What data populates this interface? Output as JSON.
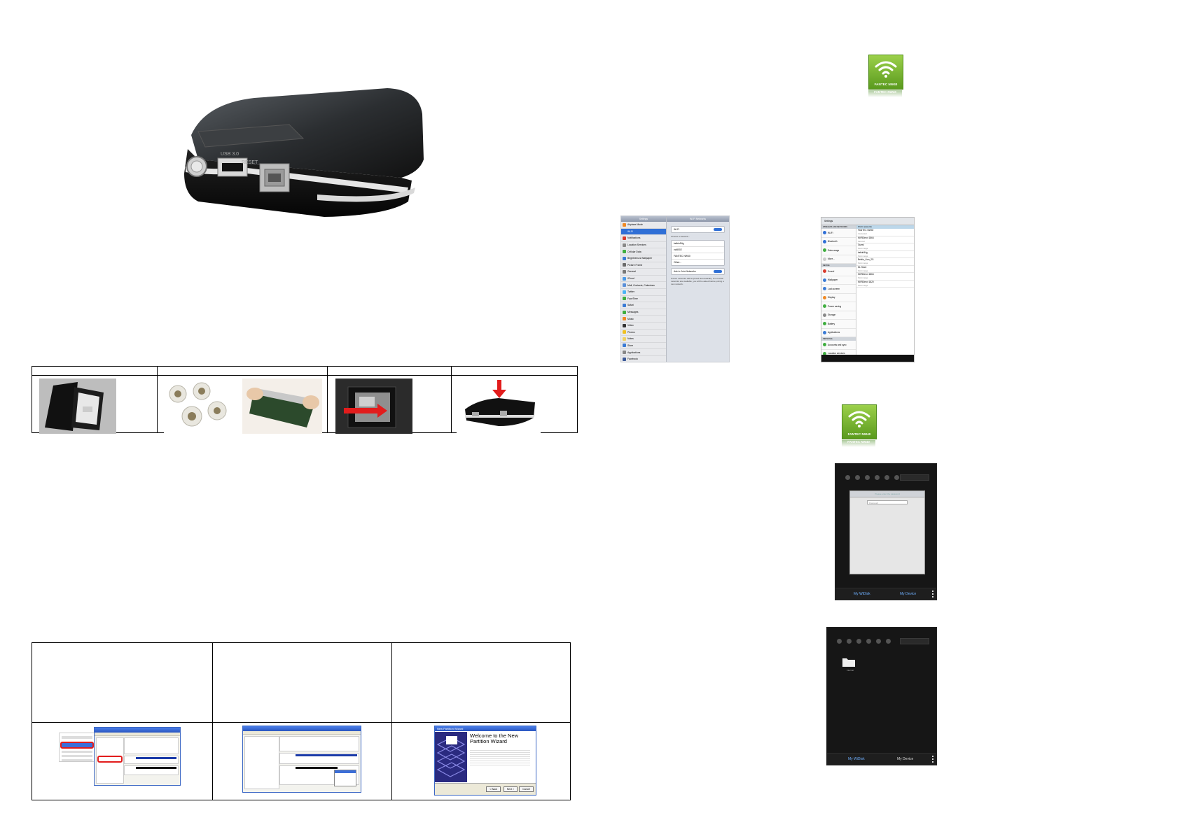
{
  "device": {
    "port_usb_label": "USB 3.0",
    "port_reset_label": "RESET"
  },
  "app": {
    "icon_label": "FANTEC NW40"
  },
  "ipad_settings": {
    "header_left": "Settings",
    "header_right": "Wi-Fi Networks",
    "menu": [
      {
        "label": "Airplane Mode",
        "color": "#f08a24"
      },
      {
        "label": "Wi-Fi",
        "color": "#2f6fd6"
      },
      {
        "label": "Notifications",
        "color": "#d93a2b"
      },
      {
        "label": "Location Services",
        "color": "#888888"
      },
      {
        "label": "Cellular Data",
        "color": "#3fae3f"
      },
      {
        "label": "Brightness & Wallpaper",
        "color": "#3a7bd5"
      },
      {
        "label": "Picture Frame",
        "color": "#6a6a6a"
      },
      {
        "label": "General",
        "color": "#777777"
      },
      {
        "label": "iCloud",
        "color": "#4a9ae8"
      },
      {
        "label": "Mail, Contacts, Calendars",
        "color": "#5a8fd8"
      },
      {
        "label": "Twitter",
        "color": "#4ab3f4"
      },
      {
        "label": "FaceTime",
        "color": "#3fae3f"
      },
      {
        "label": "Safari",
        "color": "#3a7bd5"
      },
      {
        "label": "Messages",
        "color": "#3fae3f"
      },
      {
        "label": "Music",
        "color": "#f08a24"
      },
      {
        "label": "Video",
        "color": "#333333"
      },
      {
        "label": "Photos",
        "color": "#f0c020"
      },
      {
        "label": "Notes",
        "color": "#f0d060"
      },
      {
        "label": "Store",
        "color": "#3a7bd5"
      },
      {
        "label": "Applications",
        "color": "#888888"
      },
      {
        "label": "Facebook",
        "color": "#3b5998"
      }
    ],
    "wifi_label": "Wi-Fi",
    "choose_network_label": "Choose a Network...",
    "networks": [
      "belkin54g",
      "cw5002",
      "FANTEC NW40",
      "Other..."
    ],
    "ask_to_join_label": "Ask to Join Networks",
    "ask_caption": "Known networks will be joined automatically. If no known networks are available, you will be asked before joining a new network."
  },
  "android_settings": {
    "title": "Settings",
    "menu_sections": [
      "WIRELESS AND NETWORKS",
      "DEVICE",
      "PERSONAL"
    ],
    "menu": [
      {
        "label": "Wi-Fi",
        "color": "#2f6fd6"
      },
      {
        "label": "Bluetooth",
        "color": "#2f6fd6"
      },
      {
        "label": "Data usage",
        "color": "#3fae3f"
      },
      {
        "label": "More...",
        "color": "#cccccc"
      },
      {
        "label": "Sound",
        "color": "#d93a2b"
      },
      {
        "label": "Wallpaper",
        "color": "#3a7bd5"
      },
      {
        "label": "Lock screen",
        "color": "#3a7bd5"
      },
      {
        "label": "Display",
        "color": "#f08a24"
      },
      {
        "label": "Power saving",
        "color": "#3fae3f"
      },
      {
        "label": "Storage",
        "color": "#888888"
      },
      {
        "label": "Battery",
        "color": "#3fae3f"
      },
      {
        "label": "Applications",
        "color": "#3a7bd5"
      },
      {
        "label": "Accounts and sync",
        "color": "#3fae3f"
      },
      {
        "label": "Location services",
        "color": "#3fae3f"
      }
    ],
    "list_header": "Wi-Fi networks",
    "networks": [
      {
        "name": "FANTEC NW40",
        "status": "Connected"
      },
      {
        "name": "WiFiDirect 1864",
        "status": "Secured"
      },
      {
        "name": "Guest",
        "status": "Not in range"
      },
      {
        "name": "belkin54g",
        "status": "Not in range"
      },
      {
        "name": "Belkin_Lion_2G",
        "status": "Not in range"
      },
      {
        "name": "NL Store",
        "status": "Not in range"
      },
      {
        "name": "WiFiDirect 1864",
        "status": "Not in range"
      },
      {
        "name": "WiFiDirect 1820",
        "status": "Not in range"
      }
    ]
  },
  "app_screens": {
    "dialog_title": "Please enter the password",
    "dialog_placeholder": "Password",
    "tab_left": "My WiDisk",
    "tab_right": "My Device",
    "folder_label": "Internal"
  },
  "partition_wizard": {
    "title": "New Partition Wizard",
    "heading": "Welcome to the New Partition Wizard",
    "next_label": "Next >",
    "cancel_label": "Cancel",
    "back_label": "< Back"
  },
  "computer_management": {
    "title": "Computer Management"
  }
}
